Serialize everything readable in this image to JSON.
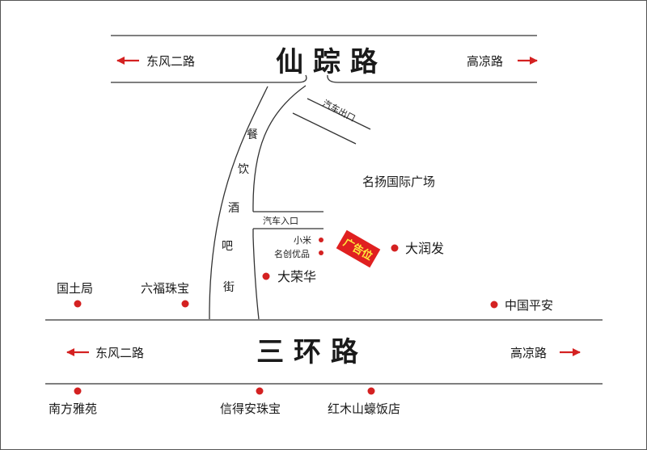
{
  "roads": {
    "top_main": "仙  踪  路",
    "bottom_main": "三  环  路",
    "top_left_dir": "东风二路",
    "top_right_dir": "高凉路",
    "bottom_left_dir": "东风二路",
    "bottom_right_dir": "高凉路",
    "vertical_street": [
      "餐",
      "饮",
      "酒",
      "吧",
      "街"
    ]
  },
  "labels": {
    "exit": "汽车出口",
    "entrance": "汽车入口",
    "plaza": "名扬国际广场",
    "ad_spot": "广告位"
  },
  "pois": {
    "xiaomi": "小米",
    "miniso": "名创优品",
    "dachunfa": "大润发",
    "darong": "大荣华",
    "guotuju": "国土局",
    "liufu": "六福珠宝",
    "pingan": "中国平安",
    "nanfang": "南方雅苑",
    "xinde": "信得安珠宝",
    "hongmu": "红木山蠔饭店"
  },
  "colors": {
    "accent": "#d42121",
    "ad_fill": "#e02020",
    "ad_text": "#ffeb3b",
    "line": "#333333",
    "frame": "#555555"
  }
}
